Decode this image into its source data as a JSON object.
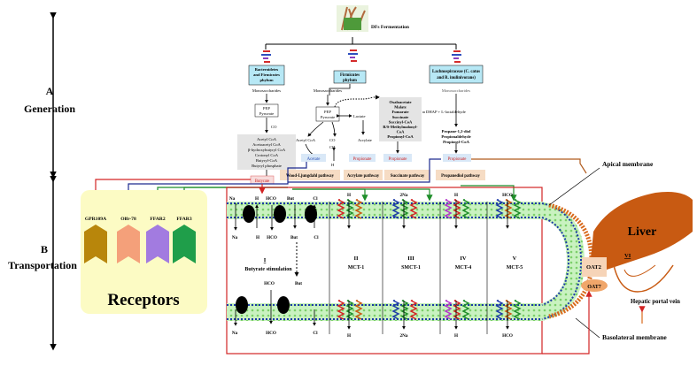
{
  "sections": {
    "a_letter": "A",
    "a_label": "Generation",
    "b_letter": "B",
    "b_label": "Transportation"
  },
  "top": {
    "fermentation": "DFs Fermentation"
  },
  "phyla": {
    "bact_line1": "Bacteroidetes",
    "bact_line2": "and Firmicutes",
    "bact_line3": "phylum",
    "firm_line1": "Firmicutes",
    "firm_line2": "phylum",
    "lach_line1": "Lachnospiraceae (C. catus",
    "lach_line2": "and R. inulinivorans)"
  },
  "pathway": {
    "monosaccharides_left": "Monosaccharides",
    "monosaccharides_mid": "Monosaccharides",
    "monosaccharides_right": "Monosaccharides",
    "pep_left": "PEP",
    "pyruvate_left": "Pyruvate",
    "pep_mid": "PEP",
    "pyruvate_mid": "Pyruvate",
    "co2_left": "CO",
    "lactate": "Lactate",
    "acrylate": "Acrylate",
    "acetylcoa_mid": "Acetyl CoA",
    "co2_mid": "CO",
    "ch3": "CH",
    "h2": "H",
    "acetate": "Acetate",
    "propionate_1": "Propionate",
    "propionate_2": "Propionate",
    "propionate_3": "Propionate",
    "butyrate": "Butyrate",
    "dhap": "DHAP + L-lactaldehyde",
    "succ_list": [
      "Oxaloacetate",
      "Malate",
      "Fumarate",
      "Succinate",
      "Succinyl-CoA",
      "R/S-Methylmalonyl-",
      "CoA",
      "Propionyl-CoA"
    ],
    "butyrate_list": [
      "Acetyl CoA",
      "Acetoacetyl CoA",
      "β-hydroxybutyryl CoA",
      "Crotonyl CoA",
      "Butyryl-CoA",
      "Butyryl phosphate"
    ],
    "propanediol_list": [
      "Propane-1,2-diol",
      "Propionaldehyde",
      "Propionyl-CoA"
    ],
    "wood_ljungdahl": "Wood-Ljungdahl pathway",
    "acrylate_pathway": "Acrylate pathway",
    "succinate_pathway": "Succinate pathway",
    "propanediol_pathway": "Propanediol pathway"
  },
  "labels": {
    "apical": "Apical membrane",
    "basolateral": "Basolateral membrane",
    "liver": "Liver",
    "vi": "VI",
    "oat2": "OAT2",
    "oat7": "OAT7",
    "portal_vein": "Hepatic portal vein"
  },
  "receptors": {
    "title": "Receptors",
    "items": [
      {
        "name": "GPR109A",
        "color": "#b8860b"
      },
      {
        "name": "Olfr-78",
        "color": "#f4a07a"
      },
      {
        "name": "FFAR2",
        "color": "#a27be0"
      },
      {
        "name": "FFAR3",
        "color": "#1f9e4a"
      }
    ]
  },
  "transport": {
    "stim_num": "I",
    "stim_label": "Butyrate stimulation",
    "ions_top": [
      "Na",
      "H",
      "HCO",
      "But",
      "Cl"
    ],
    "ions_mid": [
      "Na",
      "H",
      "HCO",
      "But",
      "Cl"
    ],
    "ions_lower": [
      "HCO",
      "But"
    ],
    "ions_bottom": [
      "Na",
      "HCO",
      "Cl"
    ],
    "transporters": [
      {
        "num": "II",
        "name": "MCT-1",
        "top_ion": "H",
        "bottom_ion": "H"
      },
      {
        "num": "III",
        "name": "SMCT-1",
        "top_ion": "2Na",
        "bottom_ion": "2Na"
      },
      {
        "num": "IV",
        "name": "MCT-4",
        "top_ion": "H",
        "bottom_ion": "H"
      },
      {
        "num": "V",
        "name": "MCT-5",
        "top_ion": "HCO",
        "bottom_ion": "HCO"
      }
    ]
  }
}
